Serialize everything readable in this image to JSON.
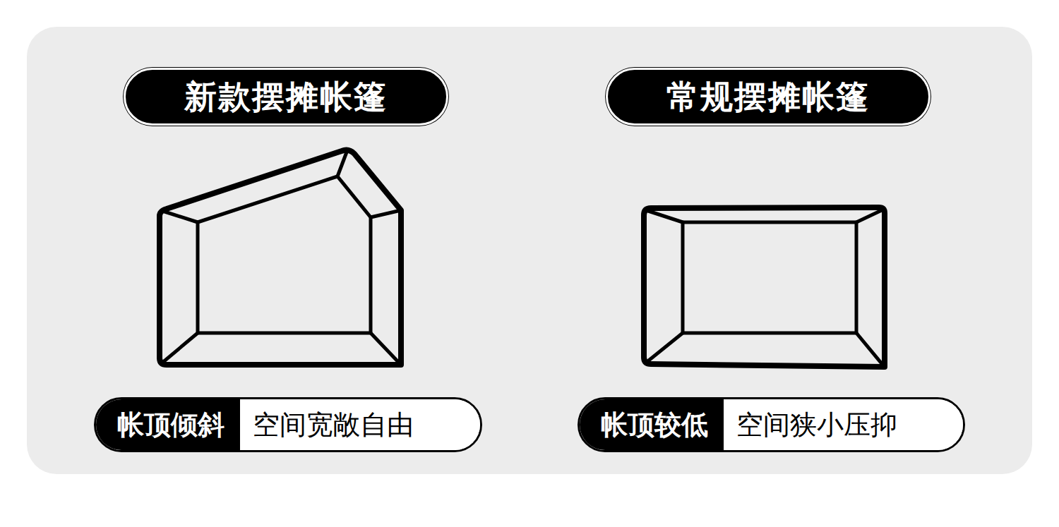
{
  "diagram": {
    "nodes": [
      {
        "text": [
          "新款摆摊帐篷"
        ]
      },
      {
        "text": [
          "常规摆摊帐篷"
        ]
      },
      {
        "text": [
          "帐顶倾斜",
          "空间宽敞自由"
        ]
      },
      {
        "text": [
          "帐顶较低",
          "空间狭小压抑"
        ]
      }
    ]
  }
}
